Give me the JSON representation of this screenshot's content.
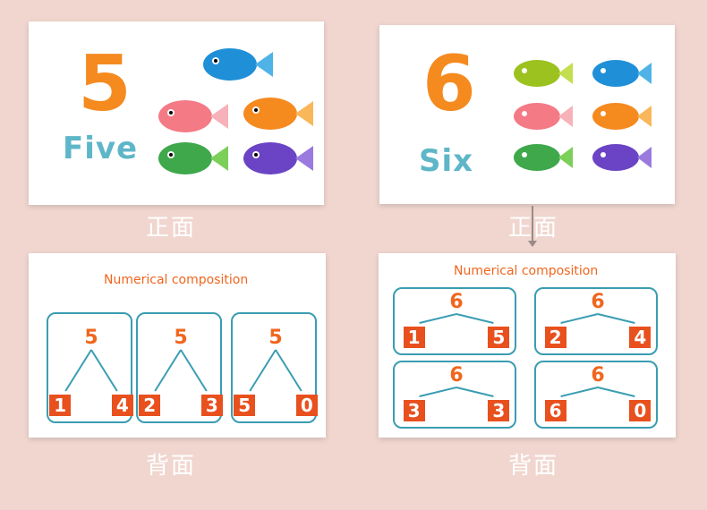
{
  "front_left": {
    "number": "5",
    "word": "Five"
  },
  "front_right": {
    "number": "6",
    "word": "Six"
  },
  "captions": {
    "front_left": "正面",
    "front_right": "正面",
    "back_left": "背面",
    "back_right": "背面"
  },
  "back_left": {
    "title": "Numerical composition",
    "boxes": [
      {
        "top": "5",
        "left": "1",
        "right": "4"
      },
      {
        "top": "5",
        "left": "2",
        "right": "3"
      },
      {
        "top": "5",
        "left": "5",
        "right": "0"
      }
    ]
  },
  "back_right": {
    "title": "Numerical composition",
    "boxes": [
      {
        "top": "6",
        "left": "1",
        "right": "5"
      },
      {
        "top": "6",
        "left": "2",
        "right": "4"
      },
      {
        "top": "6",
        "left": "3",
        "right": "3"
      },
      {
        "top": "6",
        "left": "6",
        "right": "0"
      }
    ]
  },
  "colors": {
    "background": "#f0d6cf",
    "number": "#f58a1f",
    "word": "#5eb6c8",
    "frame": "#3a9db2",
    "tile": "#e8501e"
  },
  "icons": [
    "fish-icon"
  ]
}
